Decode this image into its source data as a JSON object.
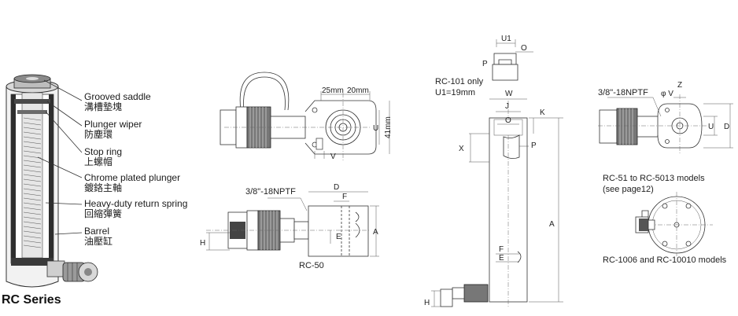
{
  "series_title": "RC Series",
  "callouts": [
    {
      "en": "Grooved saddle",
      "zh": "溝槽墊塊"
    },
    {
      "en": "Plunger wiper",
      "zh": "防塵環"
    },
    {
      "en": "Stop ring",
      "zh": "上螺帽"
    },
    {
      "en": "Chrome plated plunger",
      "zh": "鍍鉻主軸"
    },
    {
      "en": "Heavy-duty return spring",
      "zh": "回縮彈簧"
    },
    {
      "en": "Barrel",
      "zh": "油壓缸"
    }
  ],
  "rc50": {
    "dim_25": "25mm",
    "dim_20": "20mm",
    "dim_41": "41mm",
    "dim_u": "U",
    "dim_v": "V",
    "thread": "3/8\"-18NPTF",
    "dim_d": "D",
    "dim_f": "F",
    "dim_a": "A",
    "dim_e": "E",
    "dim_h": "H",
    "caption": "RC-50"
  },
  "center": {
    "note_line1": "RC-101 only",
    "note_line2": "U1=19mm",
    "dim_u1": "U1",
    "dim_o_top": "O",
    "dim_p_top": "P",
    "dim_w": "W",
    "dim_j": "J",
    "dim_o": "O",
    "dim_k": "K",
    "dim_x": "X",
    "dim_p": "P",
    "dim_a": "A",
    "dim_f": "F",
    "dim_e": "E",
    "dim_h": "H"
  },
  "right": {
    "thread": "3/8\"-18NPTF",
    "dim_z": "Z",
    "dim_v": "φ V",
    "dim_u": "U",
    "dim_d": "D",
    "caption1": "RC-51 to RC-5013 models",
    "caption1_sub": "(see page12)",
    "caption2": "RC-1006 and RC-10010 models"
  },
  "colors": {
    "line": "#333333",
    "text": "#222222",
    "cutaway_dark": "#222222",
    "cutaway_light": "#e6e6e6"
  }
}
